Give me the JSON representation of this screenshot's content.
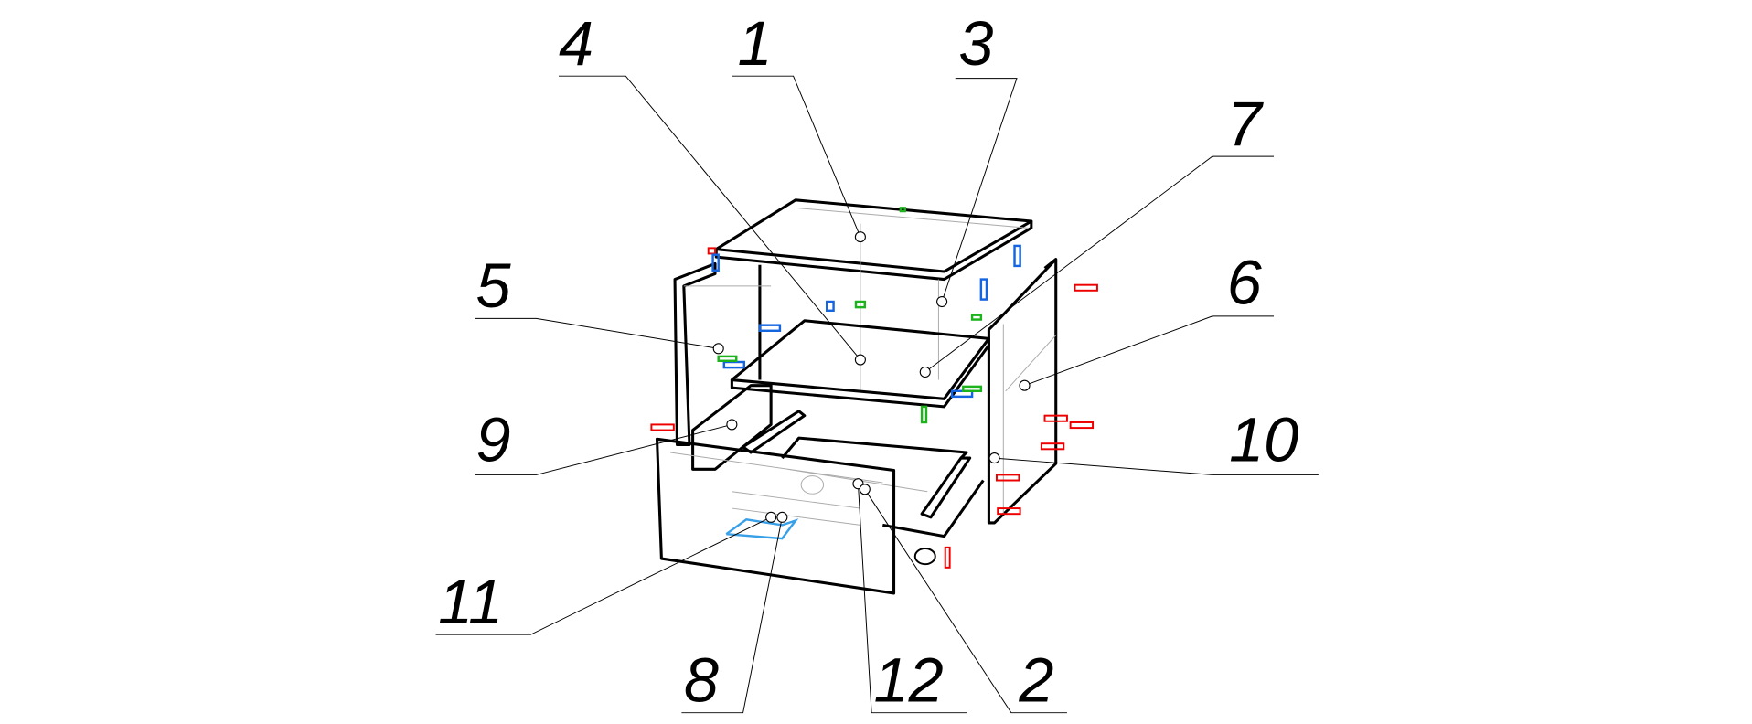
{
  "diagram": {
    "title": "Cabinet assembly exploded view",
    "callouts": [
      {
        "id": "4",
        "label": "4"
      },
      {
        "id": "1",
        "label": "1"
      },
      {
        "id": "3",
        "label": "3"
      },
      {
        "id": "7",
        "label": "7"
      },
      {
        "id": "5",
        "label": "5"
      },
      {
        "id": "6",
        "label": "6"
      },
      {
        "id": "9",
        "label": "9"
      },
      {
        "id": "10",
        "label": "10"
      },
      {
        "id": "11",
        "label": "11"
      },
      {
        "id": "8",
        "label": "8"
      },
      {
        "id": "12",
        "label": "12"
      },
      {
        "id": "2",
        "label": "2"
      }
    ],
    "colors": {
      "connector_red": "#e00000",
      "connector_blue": "#1565e0",
      "connector_green": "#1db31d",
      "line": "#000000"
    }
  }
}
